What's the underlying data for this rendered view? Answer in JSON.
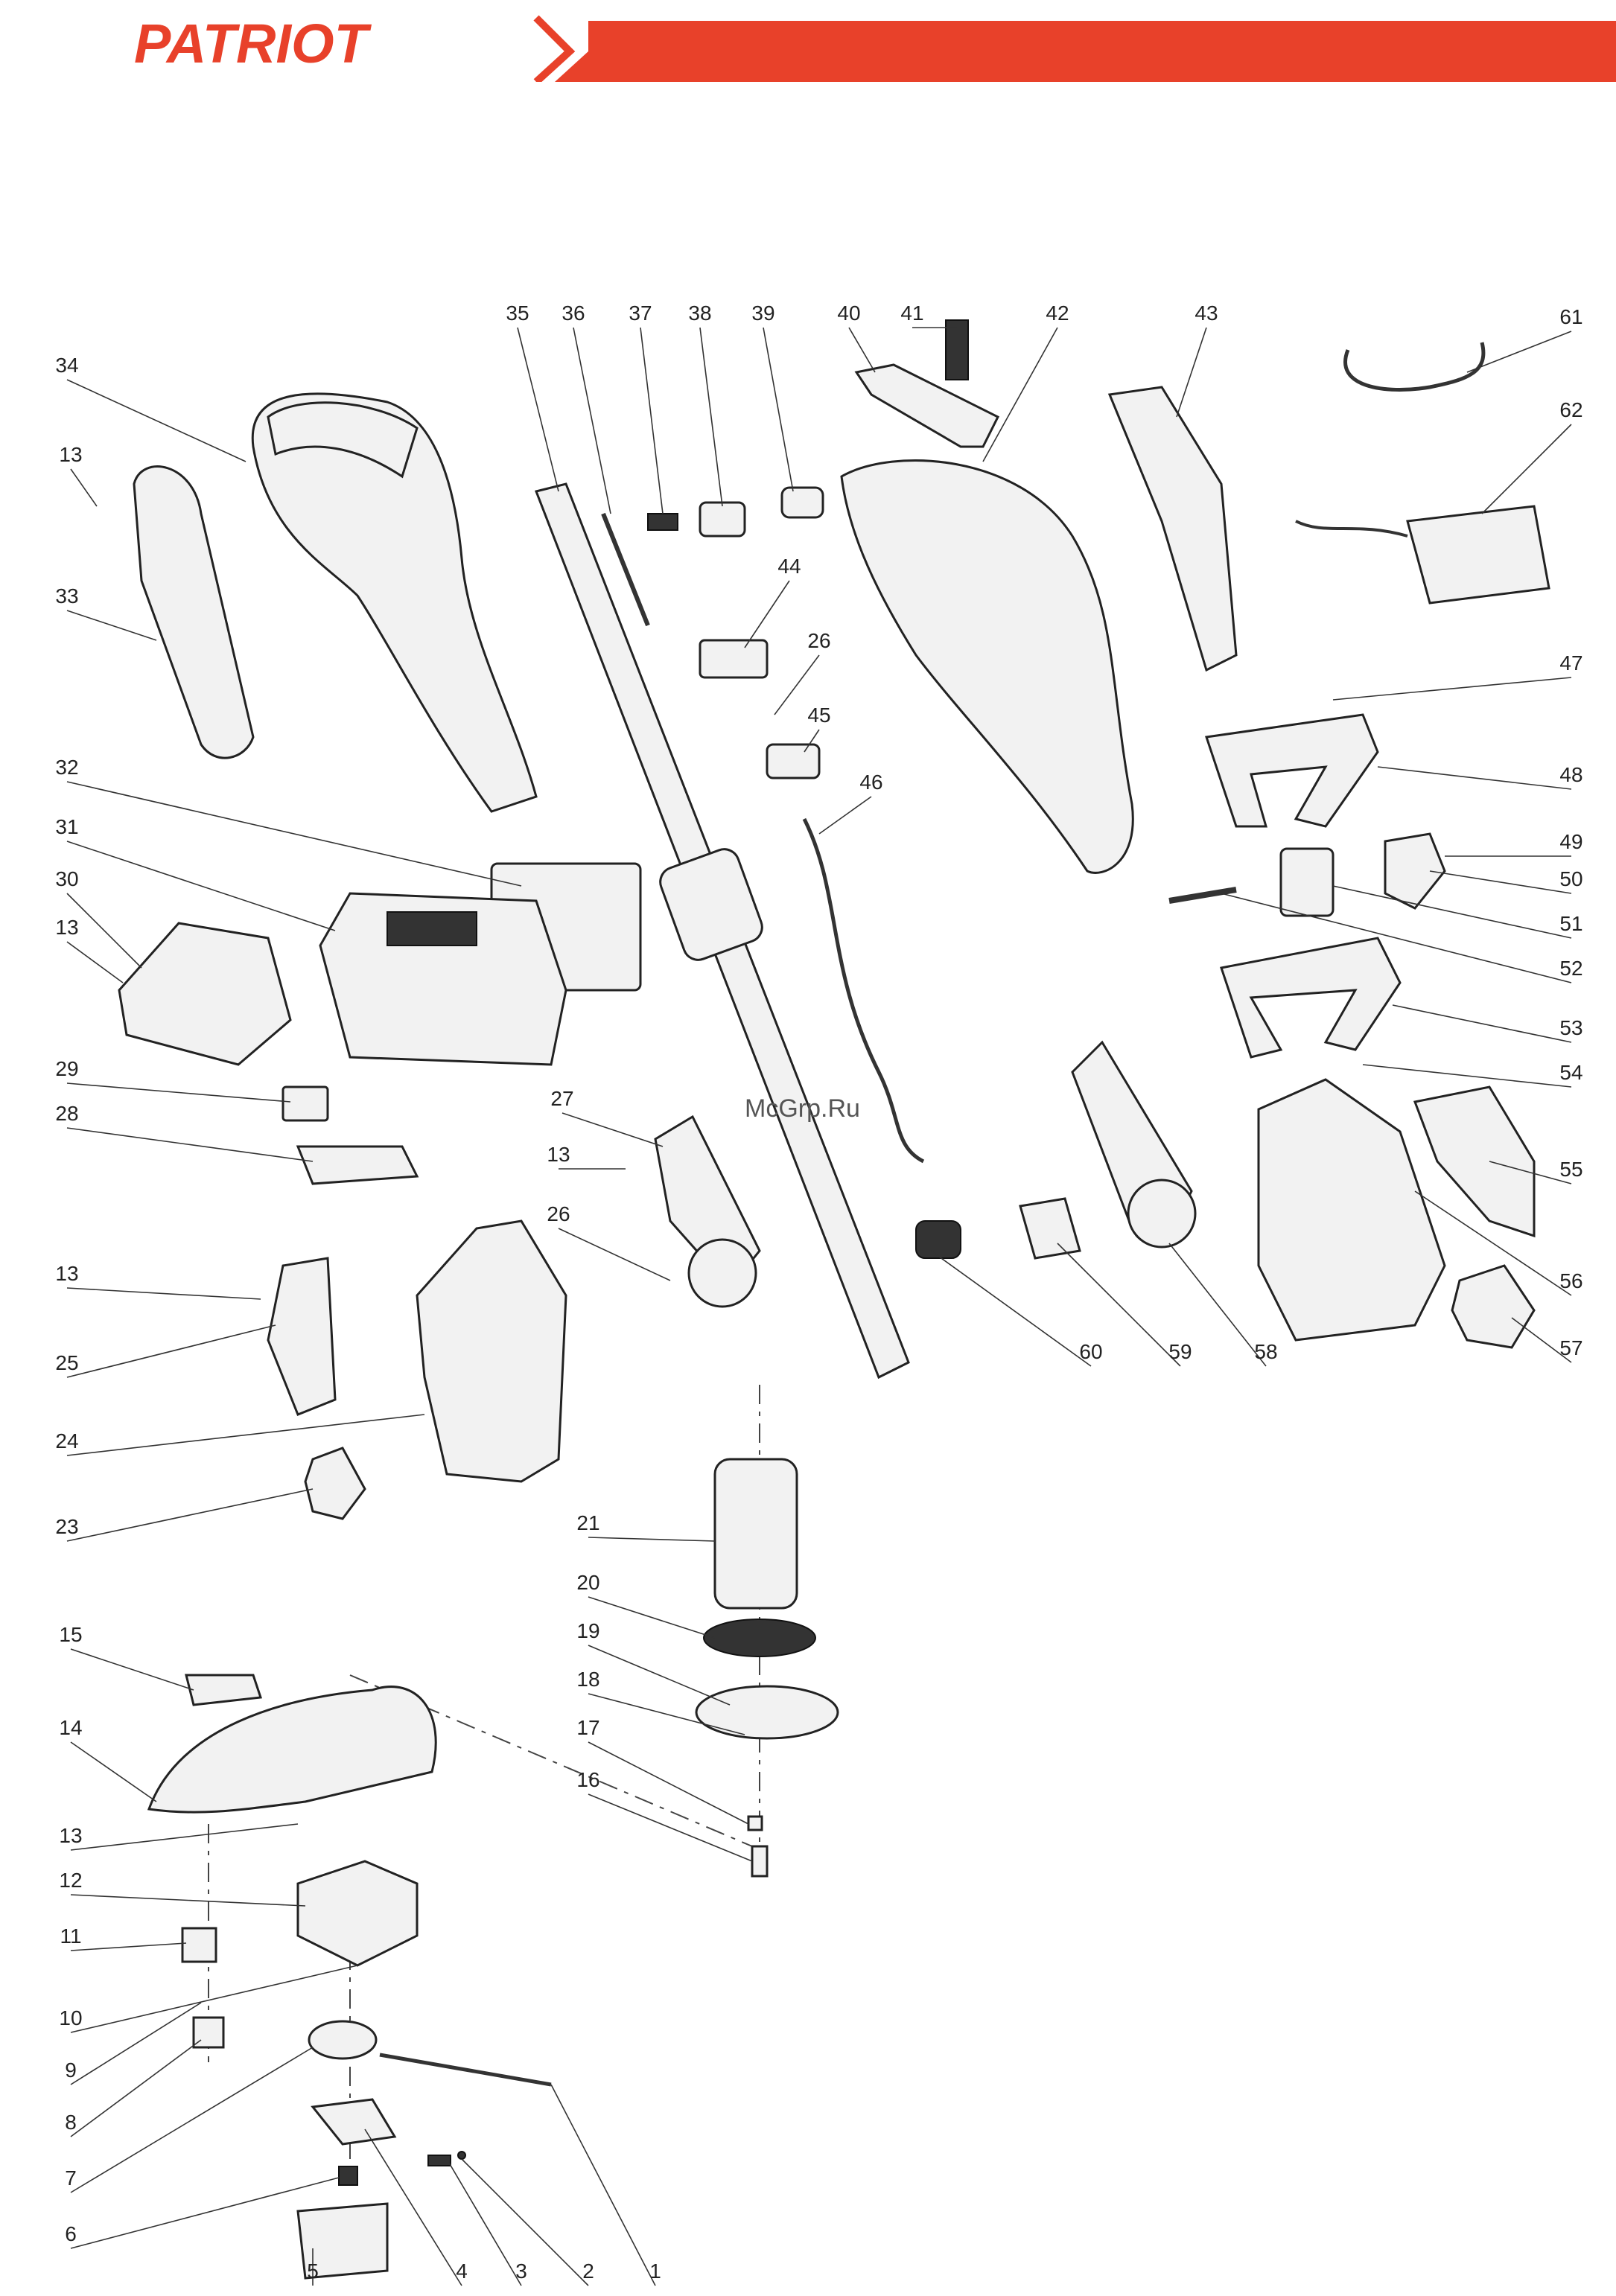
{
  "header": {
    "brand": "PATRIOT",
    "accent_color": "#e8412a"
  },
  "watermark": "McGrp.Ru",
  "icons": [
    "chevron-right-icon"
  ],
  "callouts": [
    "1",
    "2",
    "3",
    "4",
    "5",
    "6",
    "7",
    "8",
    "9",
    "10",
    "11",
    "12",
    "13",
    "14",
    "15",
    "16",
    "17",
    "18",
    "19",
    "20",
    "21",
    "23",
    "24",
    "25",
    "26",
    "27",
    "28",
    "29",
    "30",
    "31",
    "32",
    "33",
    "34",
    "35",
    "36",
    "37",
    "38",
    "39",
    "40",
    "41",
    "42",
    "43",
    "44",
    "45",
    "46",
    "47",
    "48",
    "49",
    "50",
    "51",
    "52",
    "53",
    "54",
    "55",
    "56",
    "57",
    "58",
    "59",
    "60",
    "61",
    "62"
  ]
}
